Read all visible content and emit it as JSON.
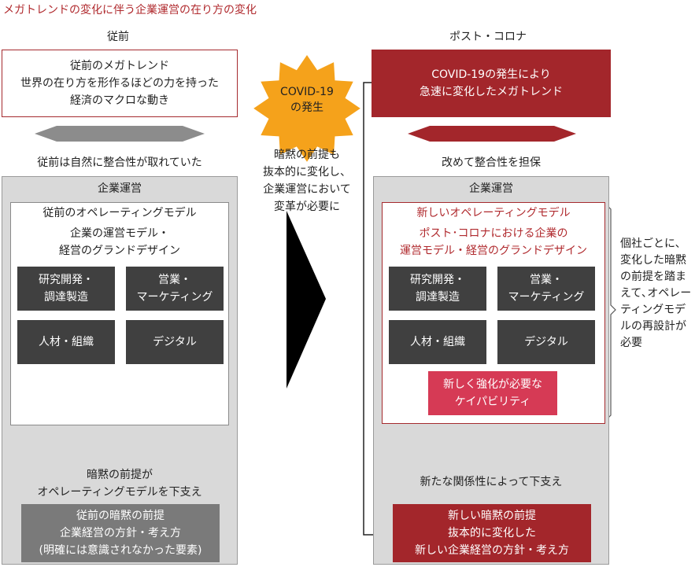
{
  "title": "メガトレンドの変化に伴う企業運営の在り方の変化",
  "left": {
    "heading": "従前",
    "megatrend": [
      "従前のメガトレンド",
      "世界の在り方を形作るほどの力を持った",
      "経済のマクロな動き"
    ],
    "consistency": "従前は自然に整合性が取れていた",
    "panel_label": "企業運営",
    "op_model": [
      "従前のオペレーティングモデル",
      "企業の運営モデル・",
      "経営のグランドデザイン"
    ],
    "tiles": [
      [
        "研究開発・",
        "調達製造"
      ],
      [
        "営業・",
        "マーケティング"
      ],
      [
        "人材・組織"
      ],
      [
        "デジタル"
      ]
    ],
    "support": [
      "暗黙の前提が",
      "オペレーティングモデルを下支え"
    ],
    "premise": [
      "従前の暗黙の前提",
      "企業経営の方針・考え方",
      "(明確には意識されなかった要素)"
    ]
  },
  "middle": {
    "covid": [
      "COVID-19",
      "の発生"
    ],
    "change": [
      "暗黙の前提も",
      "抜本的に変化し、",
      "企業運営において",
      "変革が必要に"
    ]
  },
  "right": {
    "heading": "ポスト・コロナ",
    "megatrend": [
      "COVID-19の発生により",
      "急速に変化したメガトレンド"
    ],
    "consistency": "改めて整合性を担保",
    "panel_label": "企業運営",
    "op_model": [
      "新しいオペレーティングモデル",
      "ポスト･コロナにおける企業の",
      "運営モデル・経営のグランドデザイン"
    ],
    "tiles": [
      [
        "研究開発・",
        "調達製造"
      ],
      [
        "営業・",
        "マーケティング"
      ],
      [
        "人材・組織"
      ],
      [
        "デジタル"
      ]
    ],
    "capability": [
      "新しく強化が必要な",
      "ケイパビリティ"
    ],
    "support": "新たな関係性によって下支え",
    "premise": [
      "新しい暗黙の前提",
      "抜本的に変化した",
      "新しい企業経営の方針・考え方"
    ]
  },
  "side_note": [
    "個社ごとに、",
    "変化した暗黙",
    "の前提を踏ま",
    "えて､オペレー",
    "ティングモデ",
    "ルの再設計が",
    "必要"
  ],
  "colors": {
    "accent_red": "#a3262b",
    "title_red": "#b02a2e",
    "star": "#f5a21b",
    "pink": "#d63a55",
    "dark": "#404040"
  }
}
